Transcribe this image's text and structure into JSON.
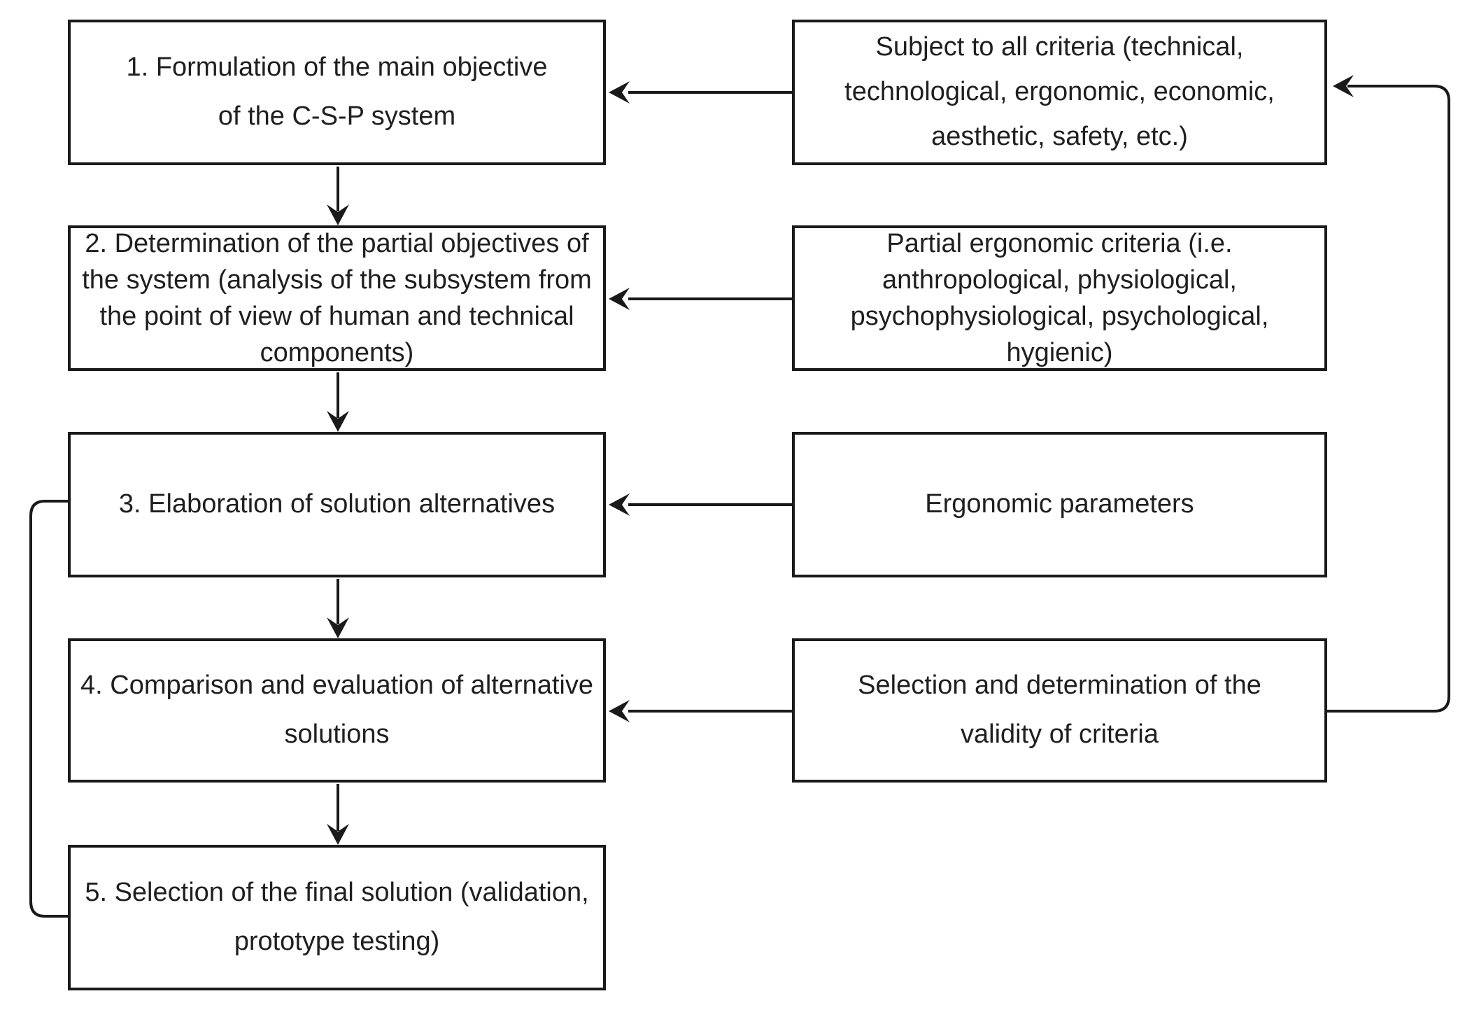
{
  "diagram": {
    "type": "flowchart",
    "colors": {
      "line": "#1a1a1a",
      "box_border": "#1a1a1a",
      "text": "#1f1f1f",
      "background": "#ffffff"
    },
    "left_column": [
      {
        "id": "step-1",
        "lines": [
          "1. Formulation of the main objective",
          "of the C-S-P system"
        ]
      },
      {
        "id": "step-2",
        "lines": [
          "2. Determination of the partial objectives of",
          "the system (analysis of the subsystem from",
          "the point of view of human and technical",
          "components)"
        ]
      },
      {
        "id": "step-3",
        "lines": [
          "3. Elaboration of solution alternatives"
        ]
      },
      {
        "id": "step-4",
        "lines": [
          "4. Comparison and evaluation of alternative",
          "solutions"
        ]
      },
      {
        "id": "step-5",
        "lines": [
          "5. Selection of the final solution (validation,",
          "prototype testing)"
        ]
      }
    ],
    "right_column": [
      {
        "id": "criteria-all",
        "lines": [
          "Subject to all criteria (technical,",
          "technological, ergonomic, economic,",
          "aesthetic, safety, etc.)"
        ]
      },
      {
        "id": "criteria-partial-ergonomic",
        "lines": [
          "Partial ergonomic criteria (i.e.",
          "anthropological, physiological,",
          "psychophysiological, psychological,",
          "hygienic)"
        ]
      },
      {
        "id": "ergonomic-parameters",
        "lines": [
          "Ergonomic parameters"
        ]
      },
      {
        "id": "criteria-validity",
        "lines": [
          "Selection and determination of the",
          "validity of criteria"
        ]
      }
    ],
    "connections": [
      {
        "from": "criteria-all",
        "to": "step-1",
        "style": "arrow"
      },
      {
        "from": "criteria-partial-ergonomic",
        "to": "step-2",
        "style": "arrow"
      },
      {
        "from": "ergonomic-parameters",
        "to": "step-3",
        "style": "arrow"
      },
      {
        "from": "criteria-validity",
        "to": "step-4",
        "style": "arrow"
      },
      {
        "from": "step-1",
        "to": "step-2",
        "style": "arrow"
      },
      {
        "from": "step-2",
        "to": "step-3",
        "style": "arrow"
      },
      {
        "from": "step-3",
        "to": "step-4",
        "style": "arrow"
      },
      {
        "from": "step-4",
        "to": "step-5",
        "style": "arrow"
      },
      {
        "from": "criteria-validity",
        "to": "criteria-all",
        "style": "feedback-arrow-right-side"
      },
      {
        "from": "step-5",
        "to": "step-3",
        "style": "feedback-line-left-side"
      }
    ]
  }
}
